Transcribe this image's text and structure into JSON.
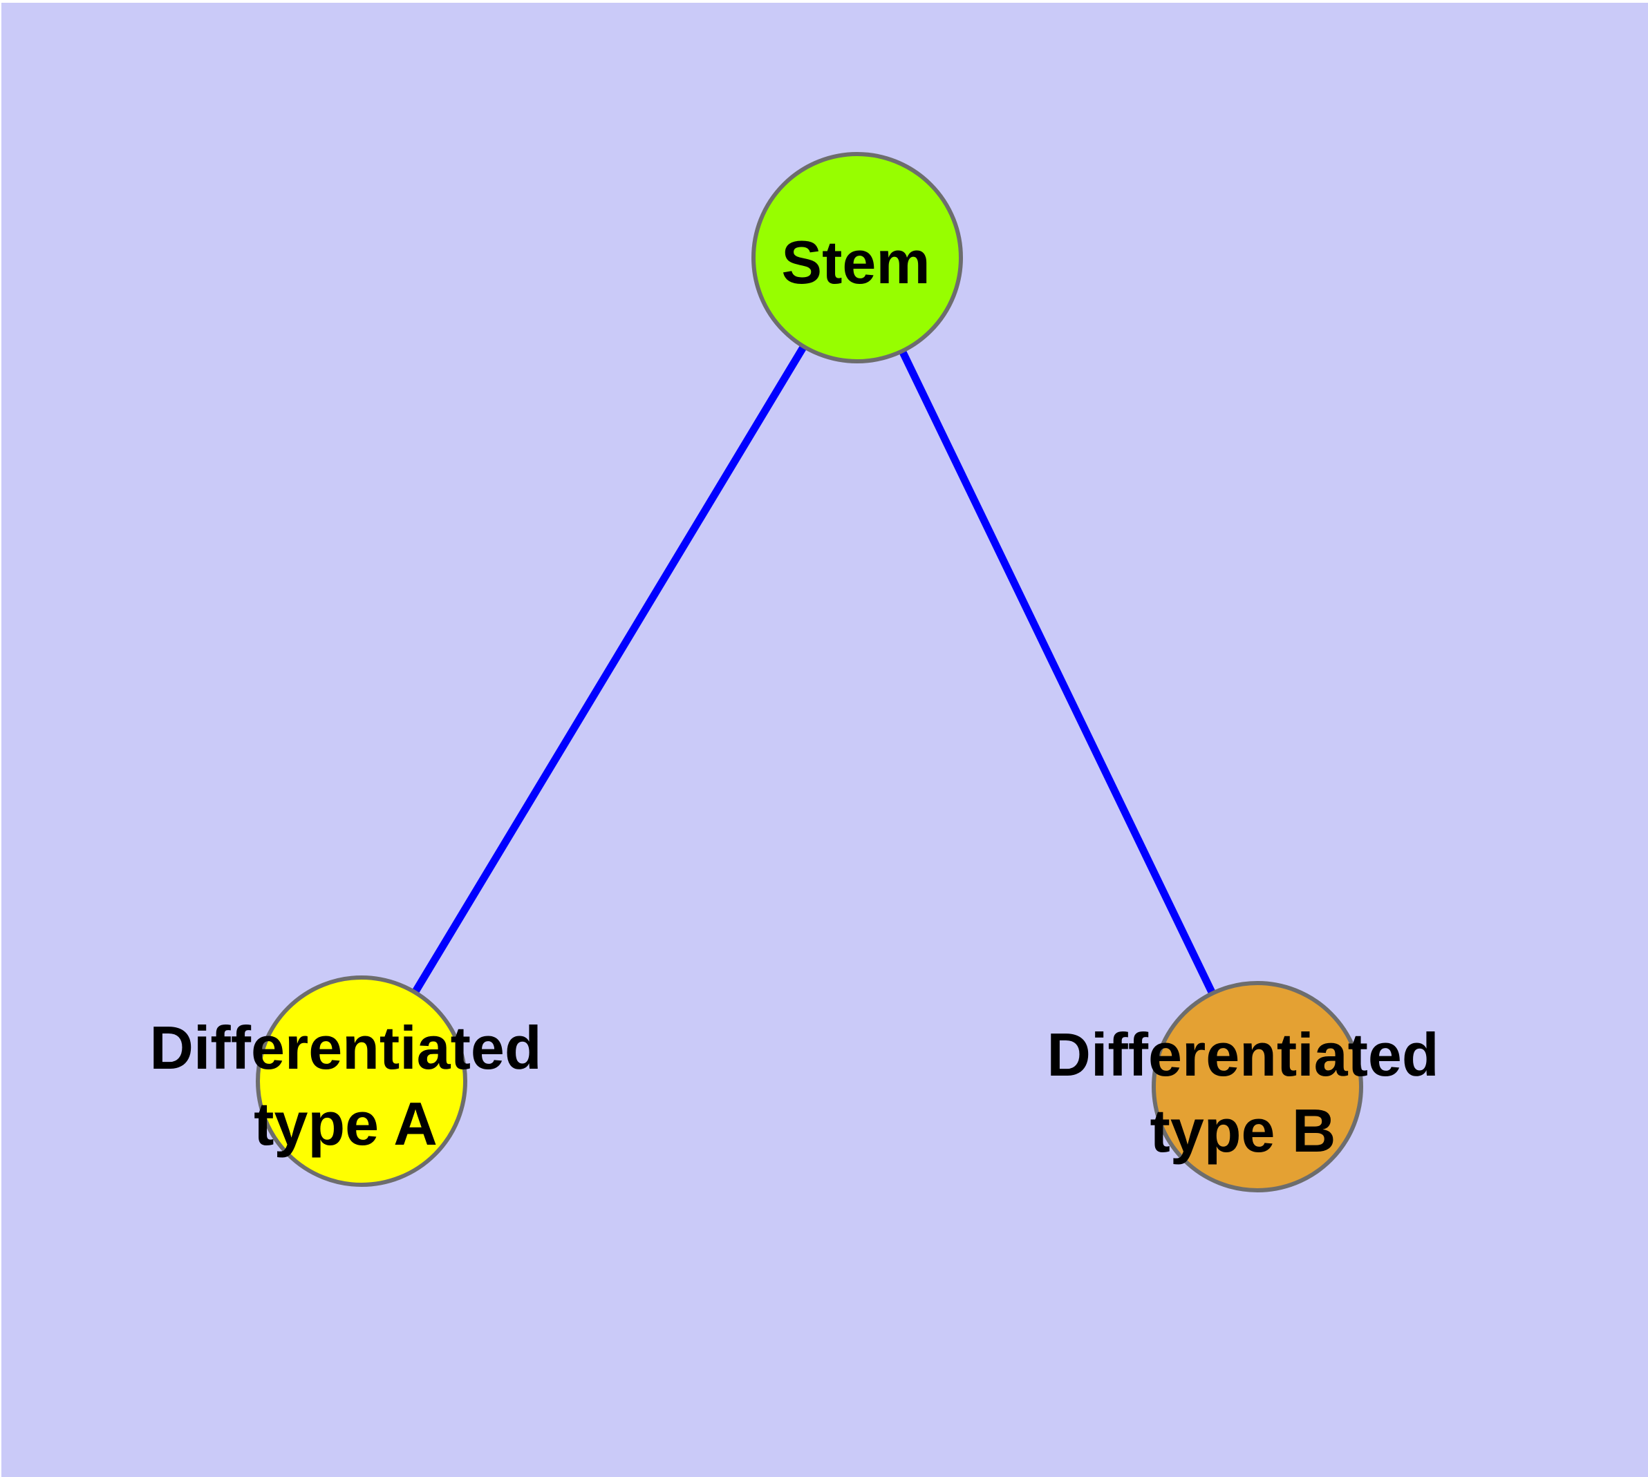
{
  "diagram": {
    "type": "graph",
    "colors": {
      "background": "#CACAF8",
      "page_margin": "#FFFFFF",
      "edge": "#0000FF",
      "node_border": "#6D6D6D",
      "label_text": "#000000"
    },
    "nodes": {
      "stem": {
        "label": "Stem",
        "fill": "#97FE00"
      },
      "type_a": {
        "label_line1": "Differentiated",
        "label_line2": "type A",
        "fill": "#FFFF00"
      },
      "type_b": {
        "label_line1": "Differentiated",
        "label_line2": "type B",
        "fill": "#E4A133"
      }
    },
    "edges": [
      {
        "from": "stem",
        "to": "type_a"
      },
      {
        "from": "stem",
        "to": "type_b"
      }
    ]
  }
}
